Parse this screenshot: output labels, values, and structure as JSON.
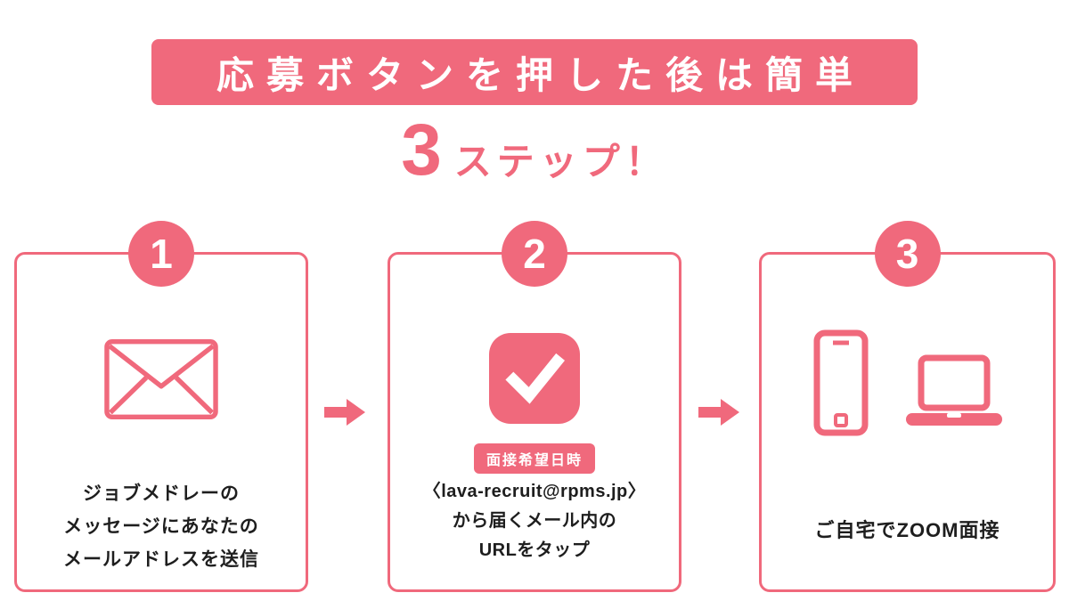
{
  "colors": {
    "pink": "#F0697C",
    "text": "#1E1E1E",
    "white": "#FFFFFF"
  },
  "header": {
    "title": "応募ボタンを押した後は簡単"
  },
  "subtitle": {
    "number": "3",
    "label": "ステップ！"
  },
  "steps": [
    {
      "number": "1",
      "icon": "mail-envelope-icon",
      "lines": [
        "ジョブメドレーの",
        "メッセージにあなたの",
        "メールアドレスを送信"
      ]
    },
    {
      "number": "2",
      "icon": "checkmark-tile-icon",
      "badge": "面接希望日時",
      "lines": [
        "〈lava-recruit@rpms.jp〉",
        "から届くメール内の",
        "URLをタップ"
      ]
    },
    {
      "number": "3",
      "icon": "phone-and-laptop-icons",
      "lines": [
        "ご自宅でZOOM面接"
      ]
    }
  ]
}
